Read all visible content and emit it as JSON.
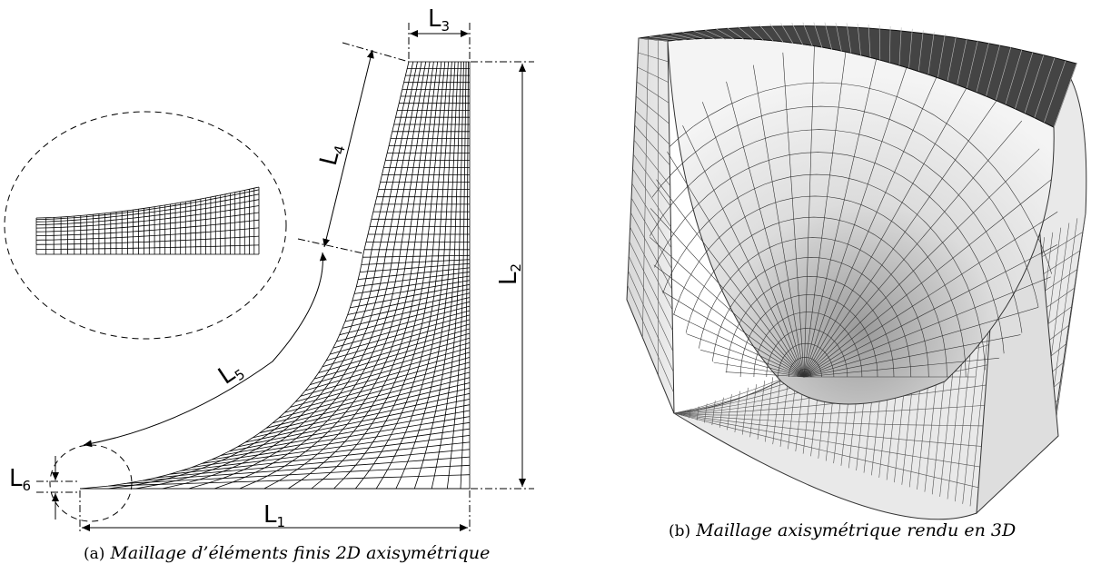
{
  "dimensions": {
    "L1": {
      "main": "L",
      "sub": "1"
    },
    "L2": {
      "main": "L",
      "sub": "2"
    },
    "L3": {
      "main": "L",
      "sub": "3"
    },
    "L4": {
      "main": "L",
      "sub": "4"
    },
    "L5": {
      "main": "L",
      "sub": "5"
    },
    "L6": {
      "main": "L",
      "sub": "6"
    }
  },
  "captions": {
    "a": {
      "tag": "(a)",
      "text": "Maillage d’éléments finis 2D axisymétrique"
    },
    "b": {
      "tag": "(b)",
      "text": "Maillage axisymétrique rendu en 3D"
    }
  }
}
